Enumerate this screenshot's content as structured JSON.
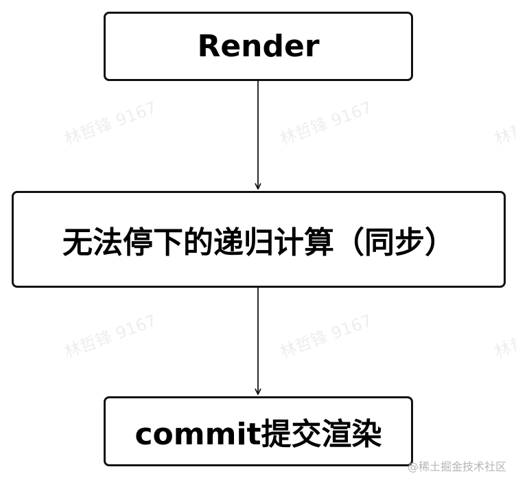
{
  "nodes": {
    "render": "Render",
    "recursion": "无法停下的递归计算（同步）",
    "commit": "commit提交渲染"
  },
  "watermark": "林哲锋 9167",
  "footer": "@稀土掘金技术社区",
  "colors": {
    "border": "#111111",
    "background": "#ffffff",
    "arrow": "#111111",
    "watermark": "#ededed",
    "footer": "#b5b5b5"
  }
}
